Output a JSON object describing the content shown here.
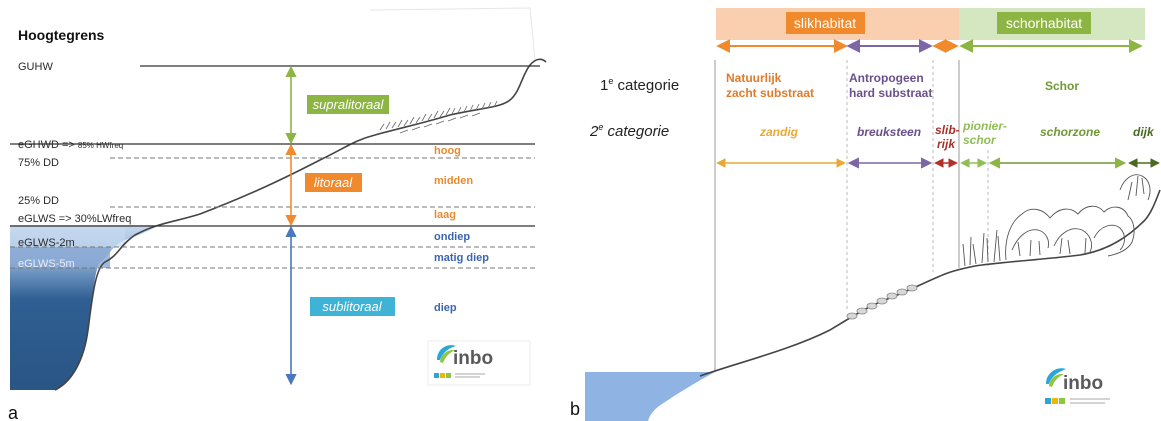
{
  "panel_a": {
    "letter": "a",
    "title": "Hoogtegrens",
    "levels": [
      {
        "label": "GUHW"
      },
      {
        "label": "eGHWD => ",
        "sub": "85% HWfreq"
      },
      {
        "label": "75% DD"
      },
      {
        "label": "25% DD"
      },
      {
        "label": "eGLWS => 30%LWfreq"
      },
      {
        "label": "eGLWS-2m"
      },
      {
        "label": "eGLWS-5m"
      }
    ],
    "zones": [
      {
        "label": "supralitoraal",
        "color": "#8db543"
      },
      {
        "label": "litoraal",
        "color": "#f08a2c"
      },
      {
        "label": "sublitoraal",
        "color": "#3fb3d6"
      }
    ],
    "sublabels": [
      {
        "label": "hoog",
        "color": "#e88b2f"
      },
      {
        "label": "midden",
        "color": "#e88b2f"
      },
      {
        "label": "laag",
        "color": "#e88b2f"
      },
      {
        "label": "ondiep",
        "color": "#3b65b0"
      },
      {
        "label": "matig diep",
        "color": "#3b65b0"
      },
      {
        "label": "diep",
        "color": "#3b65b0"
      }
    ],
    "logo": "inbo"
  },
  "panel_b": {
    "letter": "b",
    "habitats": [
      {
        "label": "slikhabitat",
        "color": "#f08a2c",
        "band": "#f9cfb0"
      },
      {
        "label": "schorhabitat",
        "color": "#8db543",
        "band": "#d5e7c0"
      }
    ],
    "cat1": {
      "pre": "1",
      "sup": "e",
      "post": " categorie"
    },
    "cat2": {
      "pre": "2",
      "sup": "e",
      "post": " categorie"
    },
    "cat1_items": [
      {
        "l1": "Natuurlijk",
        "l2": "zacht substraat",
        "color": "#e07b2a"
      },
      {
        "l1": "Antropogeen",
        "l2": "hard substraat",
        "color": "#6c4f8d"
      },
      {
        "l1": "Schor",
        "l2": "",
        "color": "#6f9a35"
      }
    ],
    "cat2_items": [
      {
        "l1": "zandig",
        "l2": "",
        "color": "#e9a93a"
      },
      {
        "l1": "breuksteen",
        "l2": "",
        "color": "#6c4f8d"
      },
      {
        "l1": "slib-",
        "l2": "rijk",
        "color": "#a8322a"
      },
      {
        "l1": "pionier-",
        "l2": "schor",
        "color": "#8fbe55"
      },
      {
        "l1": "schorzone",
        "l2": "",
        "color": "#6f9a35"
      },
      {
        "l1": "dijk",
        "l2": "",
        "color": "#4a6a22"
      }
    ],
    "logo": "inbo"
  }
}
